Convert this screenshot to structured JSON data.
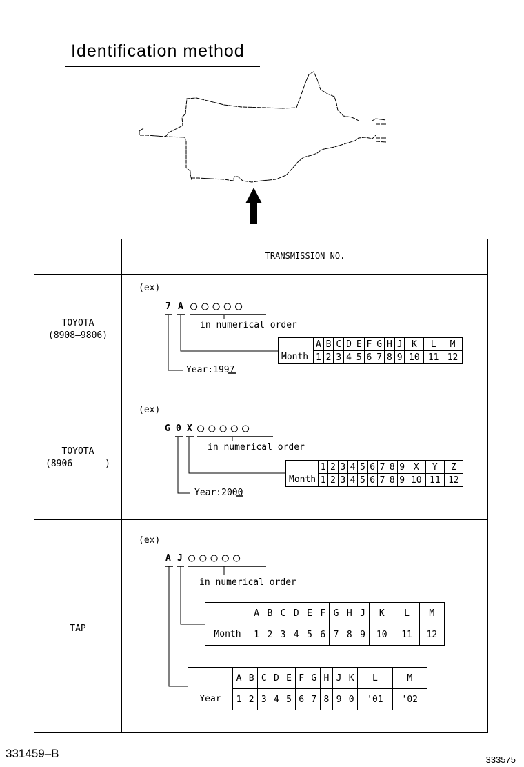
{
  "title": "Identification method",
  "table": {
    "header": "TRANSMISSION NO.",
    "rows": [
      {
        "label_line1": "TOYOTA",
        "label_line2": "(8908–9806)",
        "example": "(ex)",
        "code_chars": [
          "7",
          "A"
        ],
        "serial_circles": "○○○○○",
        "serial_note": "in numerical order",
        "year_note": "Year:1997",
        "decode_table": {
          "row_label": "Month",
          "codes": [
            "A",
            "B",
            "C",
            "D",
            "E",
            "F",
            "G",
            "H",
            "J",
            "K",
            "L",
            "M"
          ],
          "values": [
            "1",
            "2",
            "3",
            "4",
            "5",
            "6",
            "7",
            "8",
            "9",
            "10",
            "11",
            "12"
          ]
        }
      },
      {
        "label_line1": "TOYOTA",
        "label_line2": "(8906–     )",
        "example": "(ex)",
        "code_chars": [
          "G",
          "0",
          "X"
        ],
        "serial_circles": "○○○○○",
        "serial_note": "in numerical order",
        "year_note": "Year:2000",
        "decode_table": {
          "row_label": "Month",
          "codes": [
            "1",
            "2",
            "3",
            "4",
            "5",
            "6",
            "7",
            "8",
            "9",
            "X",
            "Y",
            "Z"
          ],
          "values": [
            "1",
            "2",
            "3",
            "4",
            "5",
            "6",
            "7",
            "8",
            "9",
            "10",
            "11",
            "12"
          ]
        }
      },
      {
        "label_line1": "TAP",
        "example": "(ex)",
        "code_chars": [
          "A",
          "J"
        ],
        "serial_circles": "○○○○○",
        "serial_note": "in numerical order",
        "month_table": {
          "row_label": "Month",
          "codes": [
            "A",
            "B",
            "C",
            "D",
            "E",
            "F",
            "G",
            "H",
            "J",
            "K",
            "L",
            "M"
          ],
          "values": [
            "1",
            "2",
            "3",
            "4",
            "5",
            "6",
            "7",
            "8",
            "9",
            "10",
            "11",
            "12"
          ]
        },
        "year_table": {
          "row_label": "Year",
          "codes": [
            "A",
            "B",
            "C",
            "D",
            "E",
            "F",
            "G",
            "H",
            "J",
            "K",
            "L",
            "M"
          ],
          "values": [
            "1",
            "2",
            "3",
            "4",
            "5",
            "6",
            "7",
            "8",
            "9",
            "0",
            "'01",
            "'02"
          ]
        }
      }
    ]
  },
  "footer": {
    "left_code": "331459–B",
    "right_code": "333575"
  }
}
